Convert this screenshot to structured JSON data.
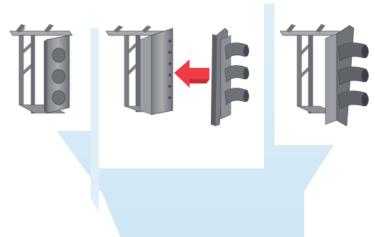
{
  "figure": {
    "panels": [
      {
        "id": "bracket-only",
        "description_icon": "bracket"
      },
      {
        "id": "assembly-step",
        "description_icon": "bracket-and-signal-head"
      },
      {
        "id": "assembled",
        "description_icon": "assembled-signal"
      }
    ],
    "colors": {
      "background": "#ffffff",
      "guide_band": "#cfe6f5",
      "part_light": "#a9abb0",
      "part_mid": "#8d9096",
      "part_dark": "#5f6268",
      "part_edge": "#46484d",
      "arrow": "#f03a45"
    }
  }
}
